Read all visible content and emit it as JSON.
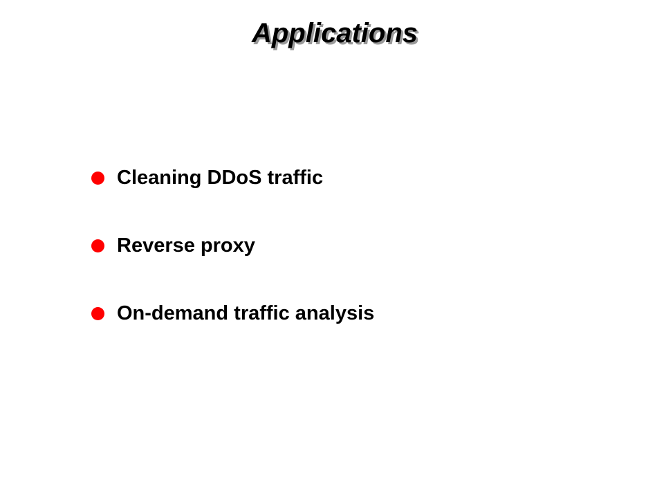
{
  "slide": {
    "title": "Applications",
    "bullet_color": "#ff0000",
    "bullet_icon": "filled-circle",
    "bullets": [
      {
        "label": "Cleaning DDoS traffic"
      },
      {
        "label": "Reverse proxy"
      },
      {
        "label": "On-demand traffic analysis"
      }
    ]
  }
}
